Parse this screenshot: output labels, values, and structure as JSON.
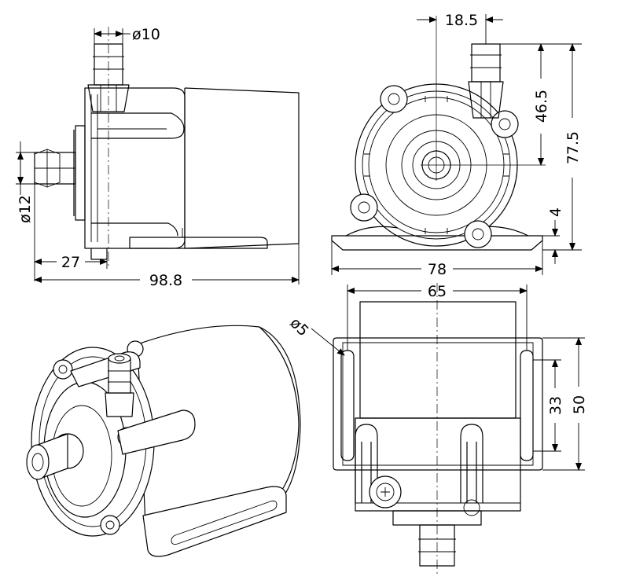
{
  "dimensions": {
    "side_outlet_dia": "ø10",
    "side_inlet_dia": "ø12",
    "side_inlet_length": "27",
    "side_total_length": "98.8",
    "front_outlet_offset": "18.5",
    "front_height_to_center": "46.5",
    "front_total_height": "77.5",
    "front_foot_height": "4",
    "front_total_width": "78",
    "top_mount_spacing": "65",
    "top_slot_dia": "ø5",
    "top_slot_length": "33",
    "top_base_depth": "50"
  }
}
